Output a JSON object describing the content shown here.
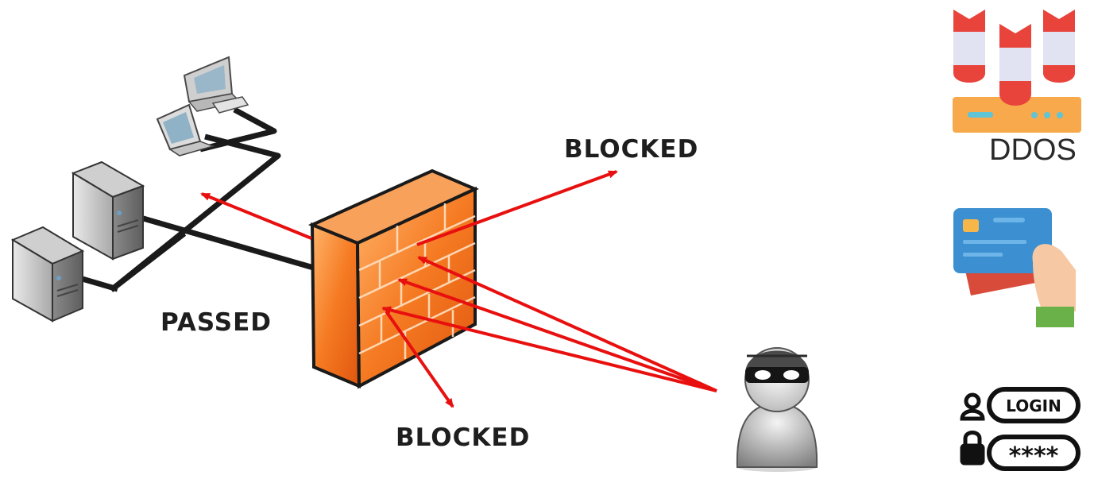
{
  "labels": {
    "blocked_top": "BLOCKED",
    "passed": "PASSED",
    "blocked_bottom": "BLOCKED",
    "ddos": "DDOS"
  },
  "login_panel": {
    "username_text": "LOGIN",
    "password_text": "****"
  },
  "icons": {
    "network": [
      "desktop-computer-icon",
      "laptop-icon",
      "server-icon",
      "server-icon"
    ],
    "firewall": "firewall-brick-wall-icon",
    "attacker": "hacker-icon",
    "threats": [
      "ddos-bombs-icon",
      "credit-card-icon",
      "login-form-icon"
    ]
  },
  "colors": {
    "arrow": "#e8100f",
    "cable": "#1a1a1a",
    "firewall_orange": "#f26d1a",
    "text": "#1e1e1e"
  }
}
